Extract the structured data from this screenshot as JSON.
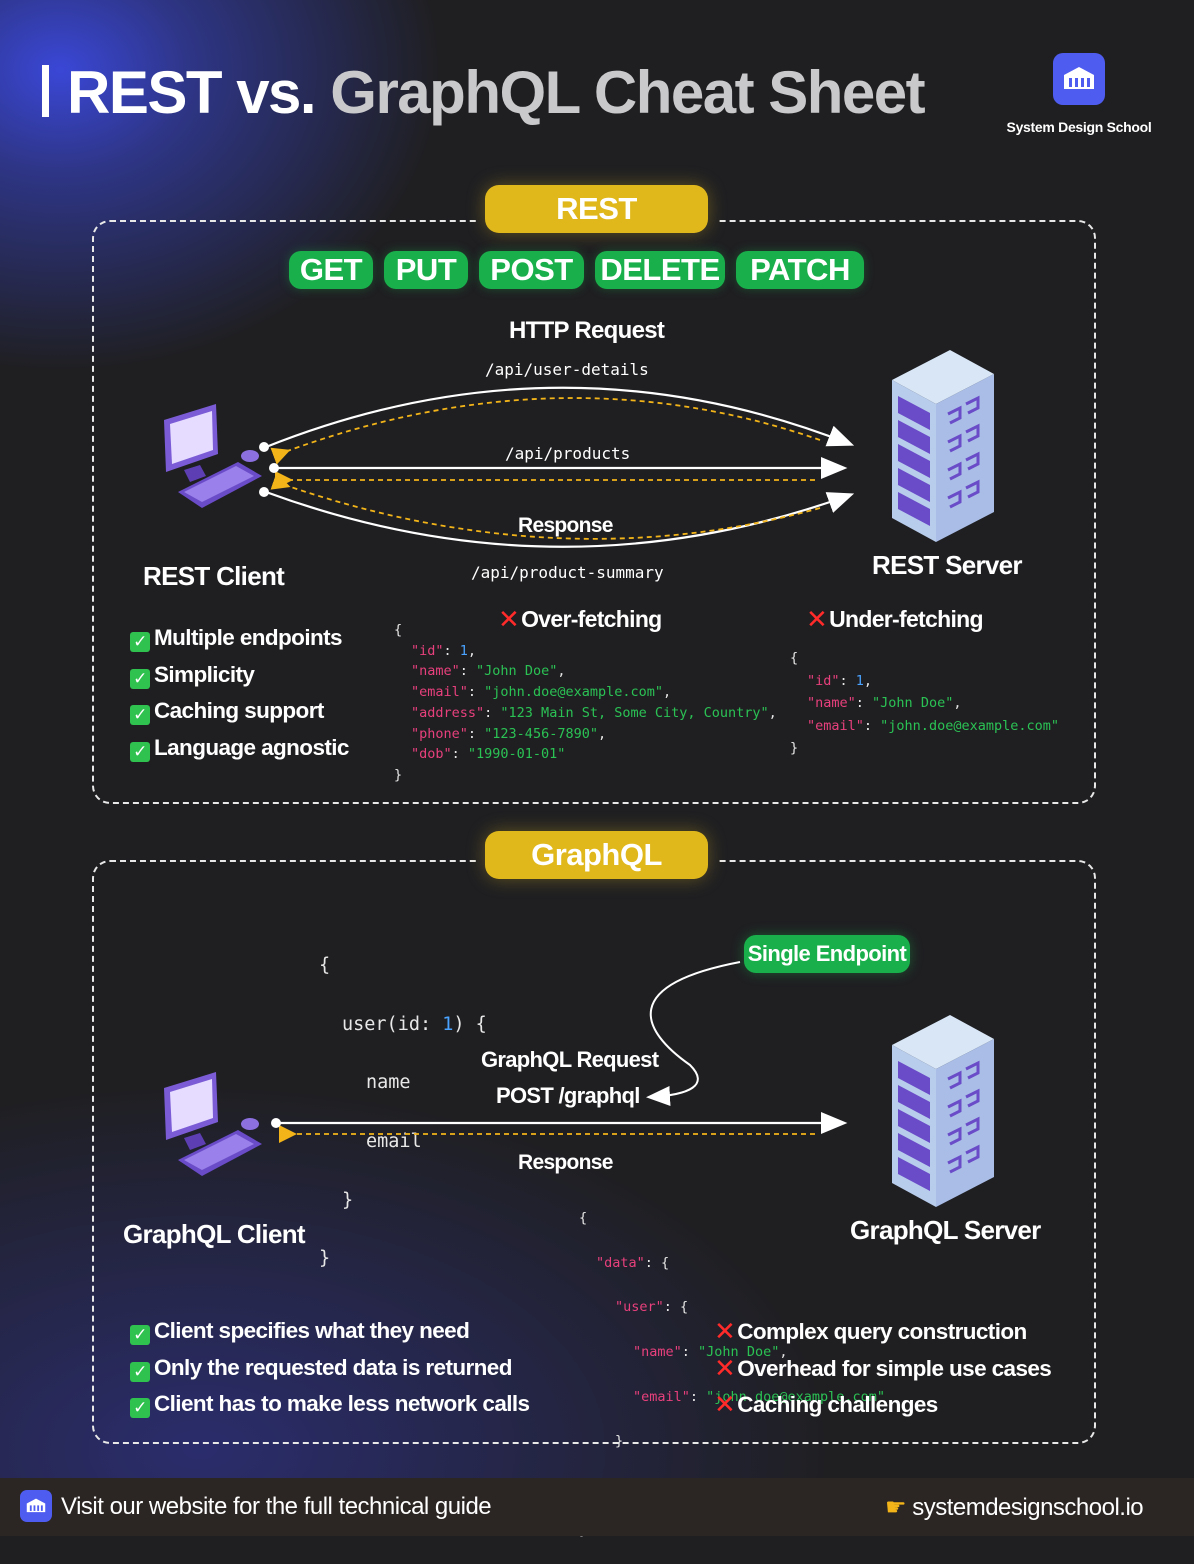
{
  "header": {
    "title_part1": "REST vs.",
    "title_part2": "GraphQL Cheat Sheet",
    "brand": "System Design School"
  },
  "rest": {
    "section_label": "REST",
    "methods": [
      "GET",
      "PUT",
      "POST",
      "DELETE",
      "PATCH"
    ],
    "http_request_label": "HTTP Request",
    "endpoint_top": "/api/user-details",
    "endpoint_middle": "/api/products",
    "response_label": "Response",
    "endpoint_bottom": "/api/product-summary",
    "client_label": "REST Client",
    "server_label": "REST Server",
    "pros": [
      "Multiple endpoints",
      "Simplicity",
      "Caching support",
      "Language agnostic"
    ],
    "over_fetching_label": "Over-fetching",
    "under_fetching_label": "Under-fetching",
    "over_fetching_json": [
      {
        "key": "\"id\"",
        "value": "1",
        "type": "number"
      },
      {
        "key": "\"name\"",
        "value": "\"John Doe\"",
        "type": "string"
      },
      {
        "key": "\"email\"",
        "value": "\"john.doe@example.com\"",
        "type": "string"
      },
      {
        "key": "\"address\"",
        "value": "\"123 Main St, Some City, Country\"",
        "type": "string"
      },
      {
        "key": "\"phone\"",
        "value": "\"123-456-7890\"",
        "type": "string"
      },
      {
        "key": "\"dob\"",
        "value": "\"1990-01-01\"",
        "type": "string"
      }
    ],
    "under_fetching_json": [
      {
        "key": "\"id\"",
        "value": "1",
        "type": "number"
      },
      {
        "key": "\"name\"",
        "value": "\"John Doe\"",
        "type": "string"
      },
      {
        "key": "\"email\"",
        "value": "\"john.doe@example.com\"",
        "type": "string"
      }
    ]
  },
  "graphql": {
    "section_label": "GraphQL",
    "query_line1": "{",
    "query_line2_a": "user(id: ",
    "query_line2_num": "1",
    "query_line2_b": ") {",
    "query_field1": "name",
    "query_field2": "email",
    "query_close_inner": "}",
    "query_close_outer": "}",
    "single_endpoint_label": "Single Endpoint",
    "request_label": "GraphQL Request",
    "request_endpoint": "POST /graphql",
    "response_label": "Response",
    "client_label": "GraphQL Client",
    "server_label": "GraphQL Server",
    "response_json": {
      "data_key": "\"data\"",
      "user_key": "\"user\"",
      "name_key": "\"name\"",
      "name_value": "\"John Doe\"",
      "email_key": "\"email\"",
      "email_value": "\"john.doe@example.com\""
    },
    "pros": [
      "Client specifies what they need",
      "Only the requested data is returned",
      "Client has to make less network calls"
    ],
    "cons": [
      "Complex query construction",
      "Overhead for simple use cases",
      "Caching challenges"
    ]
  },
  "footer": {
    "cta": "Visit our website for the full technical guide",
    "website": "systemdesignschool.io"
  },
  "colors": {
    "accent_yellow": "#e0b81c",
    "accent_green": "#19b04b",
    "brand_blue": "#4f5cf0",
    "json_key": "#e8407c",
    "json_string": "#2bc254",
    "json_number": "#4aa3ff",
    "cross_red": "#ff2a2a"
  },
  "icons": [
    "desktop-computer-icon",
    "server-rack-icon",
    "check-icon",
    "cross-icon",
    "school-logo-icon",
    "pointing-hand-icon"
  ]
}
